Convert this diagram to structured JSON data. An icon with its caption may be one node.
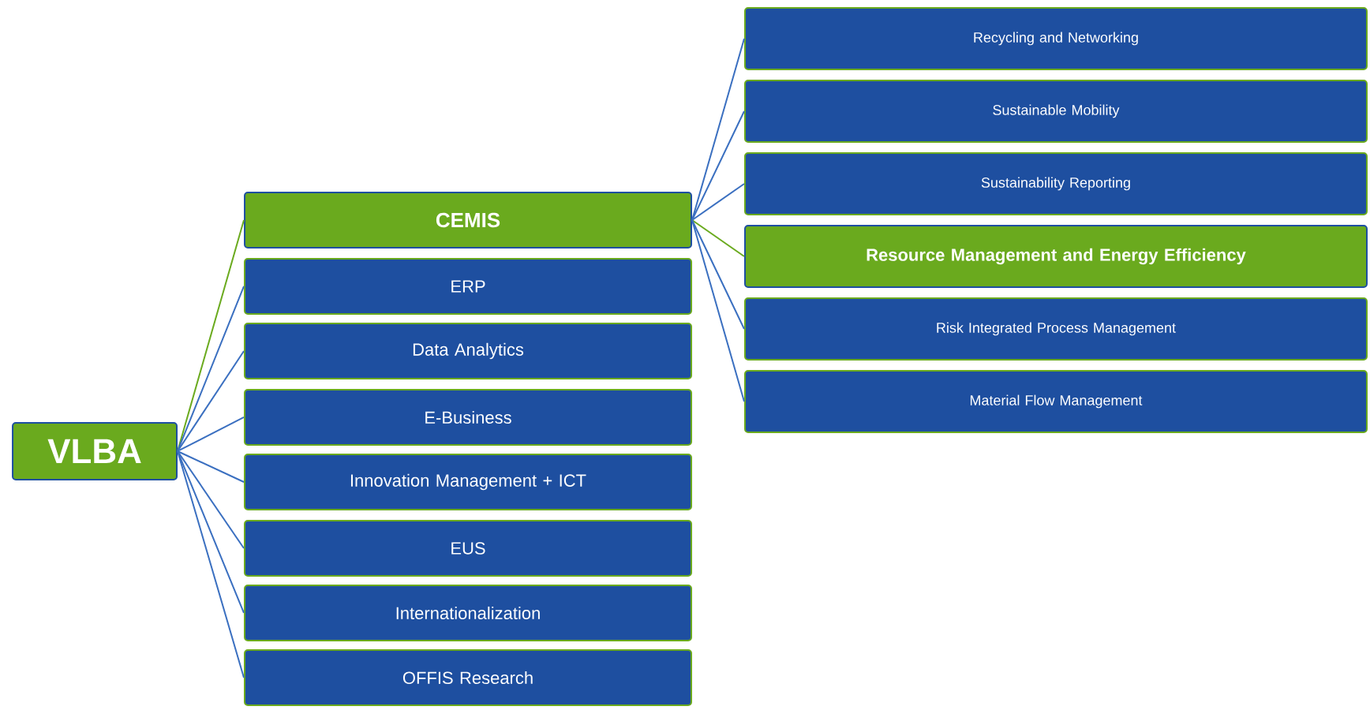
{
  "diagram": {
    "nodes": [
      {
        "text": [
          "VLBA"
        ]
      },
      {
        "text": [
          "CEMIS"
        ]
      },
      {
        "text": [
          "ERP"
        ]
      },
      {
        "text": [
          "Data Analytics"
        ]
      },
      {
        "text": [
          "E-Business"
        ]
      },
      {
        "text": [
          "Innovation Management + ICT"
        ]
      },
      {
        "text": [
          "EUS"
        ]
      },
      {
        "text": [
          "Internationalization"
        ]
      },
      {
        "text": [
          "OFFIS Research"
        ]
      },
      {
        "text": [
          "Recycling and Networking"
        ]
      },
      {
        "text": [
          "Sustainable Mobility"
        ]
      },
      {
        "text": [
          "Sustainability Reporting"
        ]
      },
      {
        "text": [
          "Resource Management and Energy Efficiency"
        ]
      },
      {
        "text": [
          "Risk Integrated Process Management"
        ]
      },
      {
        "text": [
          "Material Flow Management"
        ]
      }
    ],
    "edges": [
      {
        "from": 0,
        "to": 1,
        "arrow": "none",
        "color": "#6aaa1e"
      },
      {
        "from": 0,
        "to": 2,
        "arrow": "none"
      },
      {
        "from": 0,
        "to": 3,
        "arrow": "none"
      },
      {
        "from": 0,
        "to": 4,
        "arrow": "none"
      },
      {
        "from": 0,
        "to": 5,
        "arrow": "none"
      },
      {
        "from": 0,
        "to": 6,
        "arrow": "none"
      },
      {
        "from": 0,
        "to": 7,
        "arrow": "none"
      },
      {
        "from": 0,
        "to": 8,
        "arrow": "none"
      },
      {
        "from": 1,
        "to": 9,
        "arrow": "none"
      },
      {
        "from": 1,
        "to": 10,
        "arrow": "none"
      },
      {
        "from": 1,
        "to": 11,
        "arrow": "none"
      },
      {
        "from": 1,
        "to": 12,
        "arrow": "none",
        "color": "#6aaa1e"
      },
      {
        "from": 1,
        "to": 13,
        "arrow": "none"
      },
      {
        "from": 1,
        "to": 14,
        "arrow": "none"
      }
    ]
  }
}
